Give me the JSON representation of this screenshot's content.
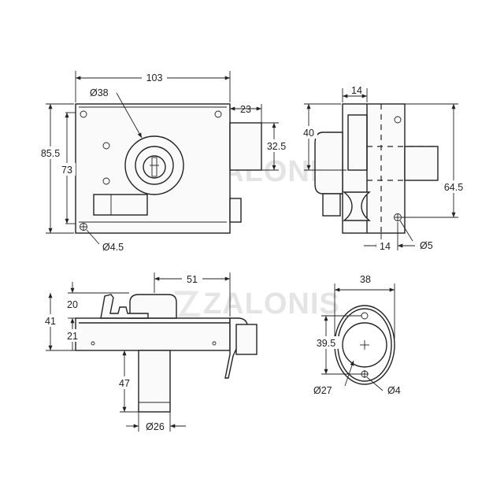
{
  "watermark": "ZALONIS",
  "front_view": {
    "width": "103",
    "height_outer": "85.5",
    "height_inner": "73",
    "cylinder_dia": "Ø38",
    "bolt_offset": "23",
    "bolt_height": "32.5",
    "hole_dia": "Ø4.5"
  },
  "side_view": {
    "top_width": "14",
    "height": "40",
    "bolt_height": "64.5",
    "bottom_width": "14",
    "hole_dia": "Ø5"
  },
  "top_view": {
    "length": "51",
    "depth_top": "20",
    "depth_total": "41",
    "depth_body": "21",
    "cylinder_len": "47",
    "cylinder_dia": "Ø26"
  },
  "rosette_view": {
    "width": "38",
    "height": "39.5",
    "inner_dia": "Ø27",
    "hole_dia": "Ø4"
  }
}
